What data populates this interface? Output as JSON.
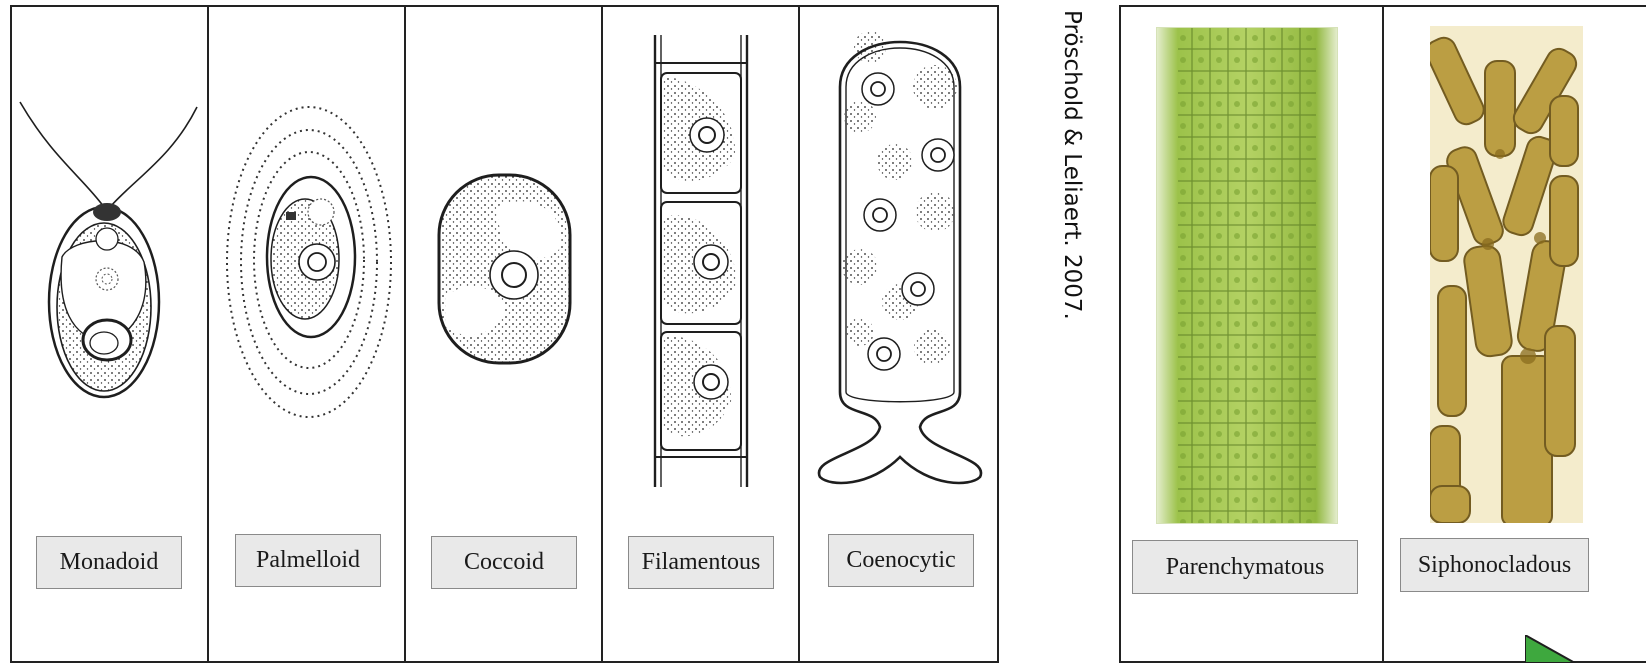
{
  "citation": "Pröschold & Leliaert. 2007.",
  "forms": [
    {
      "id": "monadoid",
      "label": "Monadoid",
      "kind": "drawing"
    },
    {
      "id": "palmelloid",
      "label": "Palmelloid",
      "kind": "drawing"
    },
    {
      "id": "coccoid",
      "label": "Coccoid",
      "kind": "drawing"
    },
    {
      "id": "filamentous",
      "label": "Filamentous",
      "kind": "drawing"
    },
    {
      "id": "coenocytic",
      "label": "Coenocytic",
      "kind": "drawing"
    },
    {
      "id": "parenchymatous",
      "label": "Parenchymatous",
      "kind": "micrograph"
    },
    {
      "id": "siphonocladous",
      "label": "Siphonocladous",
      "kind": "micrograph"
    }
  ],
  "colors": {
    "line": "#1e1e1e",
    "label_bg": "#e9e9e9",
    "parenchyma_green": "#9cc24a",
    "siphon_tan": "#b08a2e",
    "corner_mark": "#3ea83e"
  }
}
